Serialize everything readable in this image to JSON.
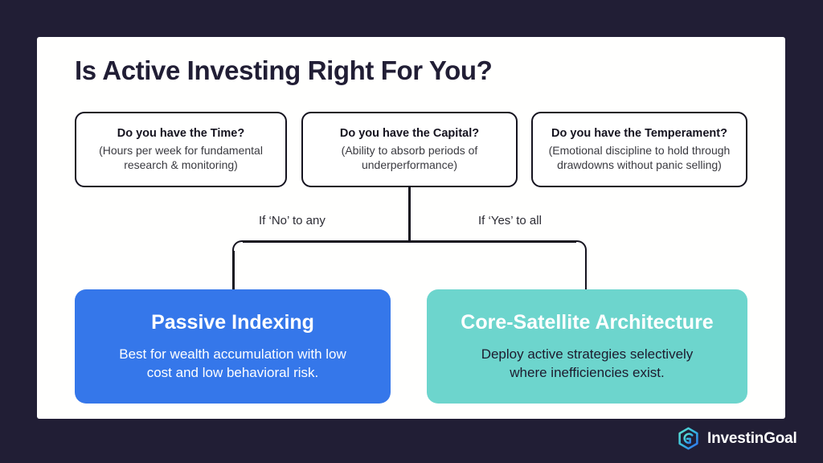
{
  "theme": {
    "background": "#211e35",
    "canvas": "#fffffe",
    "ink": "#15131f",
    "accent_blue": "#3577ea",
    "accent_teal": "#6dd5cd"
  },
  "page_title": "Is Active Investing Right For You?",
  "questions": [
    {
      "title": "Do you have the Time?",
      "subtitle_line1": "(Hours per week for fundamental",
      "subtitle_line2": "research & monitoring)"
    },
    {
      "title": "Do you have the Capital?",
      "subtitle_line1": "(Ability to absorb periods of",
      "subtitle_line2": "underperformance)"
    },
    {
      "title": "Do you have the Temperament?",
      "subtitle_line1": "(Emotional discipline to hold through",
      "subtitle_line2": "drawdowns without panic selling)"
    }
  ],
  "branch_labels": {
    "left": "If ‘No’ to any",
    "right": "If ‘Yes’ to all"
  },
  "outcomes": [
    {
      "title": "Passive Indexing",
      "desc_line1": "Best for wealth accumulation with low",
      "desc_line2": "cost and low behavioral risk.",
      "color": "#3577ea"
    },
    {
      "title": "Core-Satellite Architecture",
      "desc_line1": "Deploy active strategies selectively",
      "desc_line2": "where inefficiencies exist.",
      "color": "#6dd5cd"
    }
  ],
  "footer": {
    "brand": "InvestinGoal",
    "logo_icon": "hexagon-g-logo-icon"
  }
}
